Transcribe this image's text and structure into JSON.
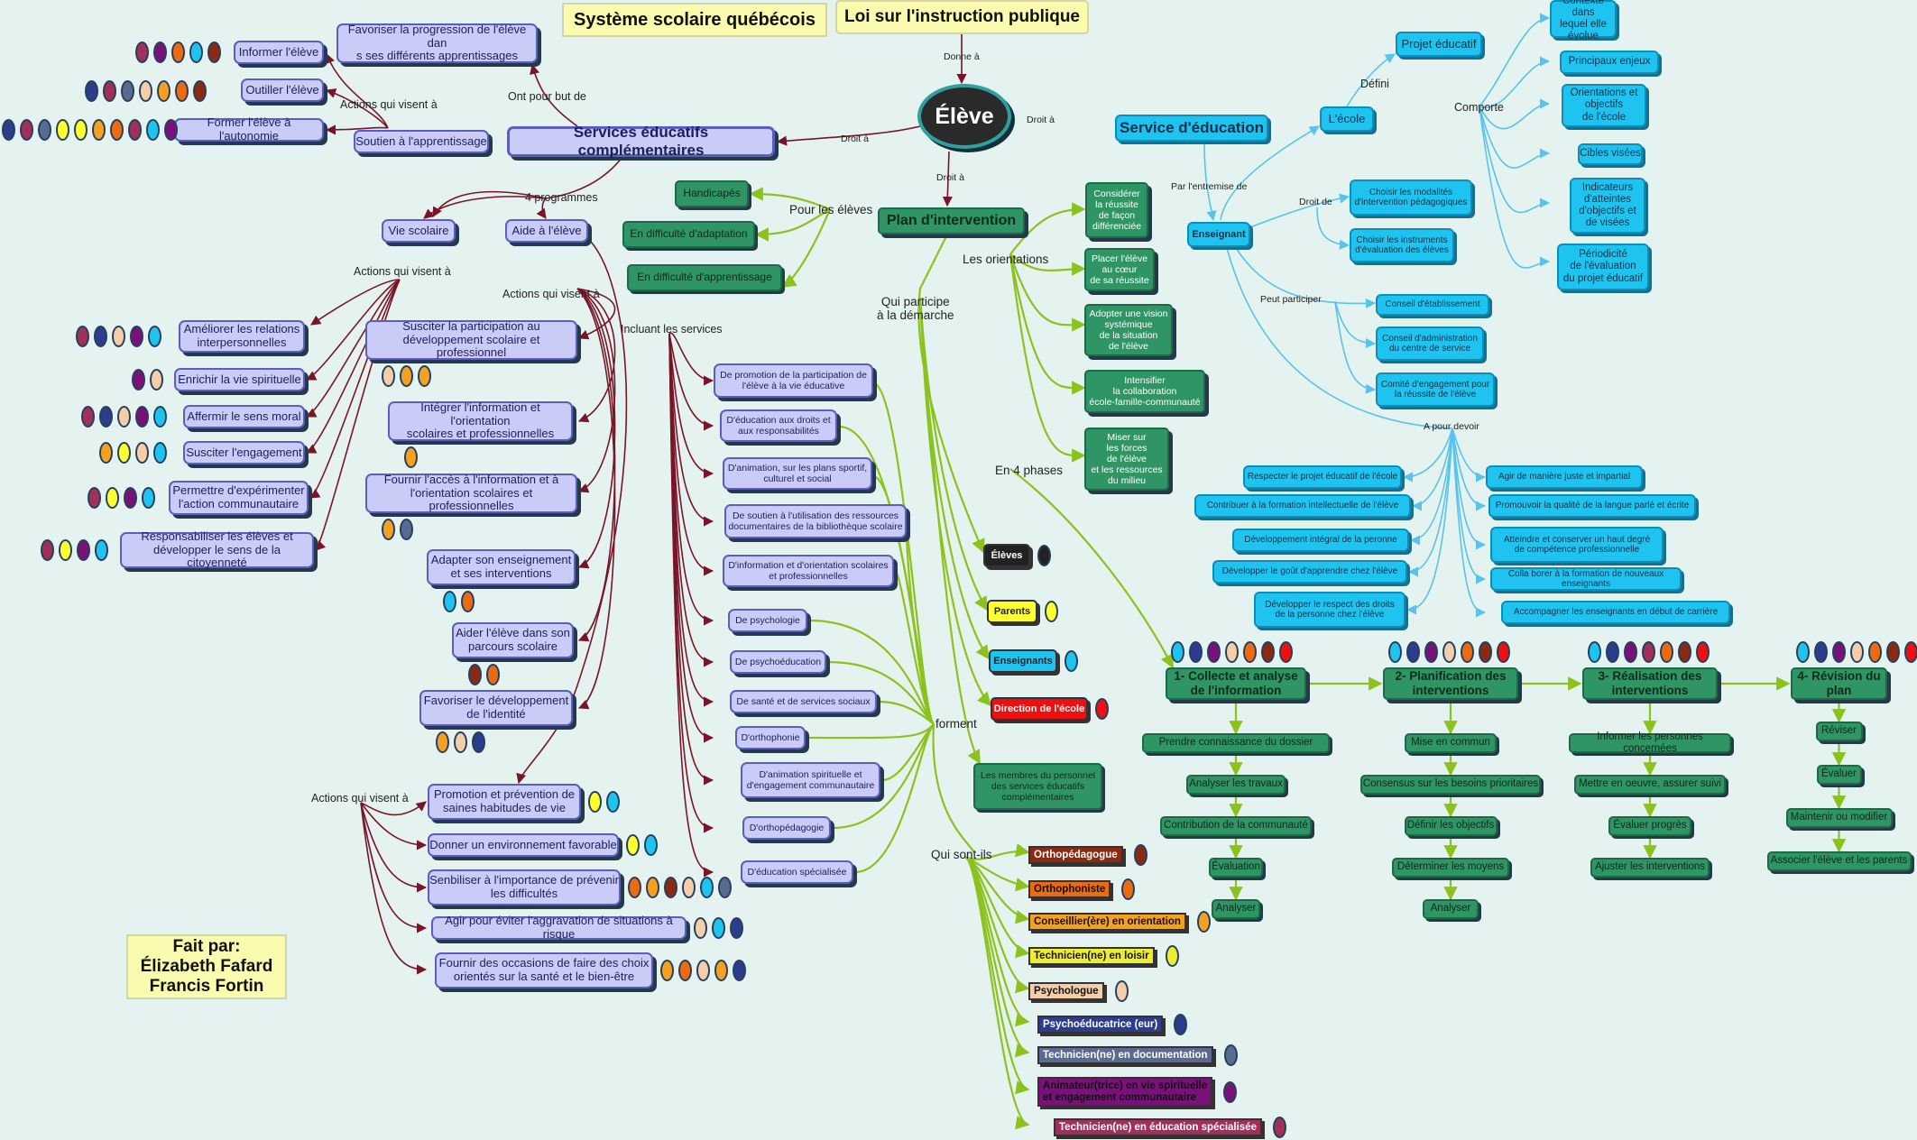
{
  "titles": {
    "systeme": "Système scolaire québécois",
    "loi": "Loi sur l'instruction publique",
    "credits": "Fait par:\nÉlizabeth Fafard\nFrancis Fortin"
  },
  "center": {
    "label": "Élève"
  },
  "links": {
    "donne_a": "Donne à",
    "droit_a_left": "Droit à",
    "droit_a_right": "Droit à",
    "droit_a_down": "Droit à",
    "ont_pour_but": "Ont pour but de",
    "actions_top": "Actions qui visent à",
    "quatre_programmes": "4 programmes",
    "actions_vie": "Actions qui visent à",
    "actions_aide": "Actions qui visent à",
    "incluant": "Incluant les services",
    "actions_bottom": "Actions qui visent à",
    "pour_eleves": "Pour les élèves",
    "orientations": "Les orientations",
    "qui_participe": "Qui participe\nà la démarche",
    "quatre_phases": "En 4 phases",
    "forment": "forment",
    "qui_sont": "Qui sont-ils",
    "par_entremise": "Par l'entremise de",
    "defini": "Défini",
    "comporte": "Comporte",
    "droit_de": "Droit de",
    "peut_participer": "Peut participer",
    "a_pour_devoir": "A pour devoir"
  },
  "sec": {
    "title": "Services éducatifs complémentaires",
    "favoriser": "Favoriser la progression de l'élève dan\ns ses différents apprentissages",
    "soutien": "Soutien à l'apprentissage",
    "informer": "Informer l'élève",
    "outiller": "Outiller l'élève",
    "former": "Former l'élève à l'autonomie",
    "vie": "Vie scolaire",
    "aide": "Aide à l'élève",
    "vie_actions": [
      "Améliorer les relations\ninterpersonnelles",
      "Enrichir la vie spirituelle",
      "Affermir le sens moral",
      "Susciter l'engagement",
      "Permettre d'expérimenter\nl'action communautaire",
      "Responsabiliser les élèves et\ndévelopper le sens de la citoyenneté"
    ],
    "aide_actions": [
      "Susciter la participation au\ndéveloppement scolaire et professionnel",
      "Intégrer l'information et l'orientation\nscolaires et professionnelles",
      "Fournir l'accès à l'information et à\nl'orientation scolaires et professionnelles",
      "Adapter son enseignement\net ses interventions",
      "Aider l'élève dans son\nparcours scolaire",
      "Favoriser le développement\nde l'identité"
    ],
    "bottom_actions": [
      "Promotion et prévention de\nsaines habitudes de vie",
      "Donner un environnement favorable",
      "Senbiliser à l'importance de prévenir\nles difficultés",
      "Agir pour éviter l'aggravation de situations à risque",
      "Fournir des occasions de faire des choix\norientés sur la santé et le bien-être"
    ],
    "services": [
      "De promotion de la participation de\nl'élève à la vie éducative",
      "D'éducation aux droits et\naux responsabilités",
      "D'animation, sur les plans sportif,\nculturel et social",
      "De soutien à l'utilisation des ressources\ndocumentaires de la bibliothèque scolaire",
      "D'information et d'orientation scolaires\net professionnelles",
      "De psychologie",
      "De psychoéducation",
      "De santé et de services sociaux",
      "D'orthophonie",
      "D'animation spirituelle et\nd'engagement communautaire",
      "D'orthopédagogie",
      "D'éducation spécialisée"
    ]
  },
  "plan": {
    "title": "Plan d'intervention",
    "eleves_types": [
      "Handicapés",
      "En difficulté d'adaptation",
      "En difficulté d'apprentissage"
    ],
    "orientations": [
      "Considérer\nla réussite\nde façon\ndifférenciée",
      "Placer l'élève\nau cœur\nde sa réussite",
      "Adopter une vision\nsystémique\nde la situation\nde l'élève",
      "Intensifier\nla collaboration\nécole-famille-communauté",
      "Miser sur\nles forces\nde l'élève\net les ressources\ndu milieu"
    ],
    "participants": [
      "Élèves",
      "Parents",
      "Enseignants",
      "Direction de l'école"
    ],
    "membres": "Les membres du personnel\ndes services éducatifs\ncomplémentaires",
    "professionals": [
      "Orthopédagogue",
      "Orthophoniste",
      "Conseillier(ère) en orientation",
      "Technicien(ne) en loisir",
      "Psychologue",
      "Psychoéducatrice (eur)",
      "Technicien(ne) en documentation",
      "Animateur(trice) en vie spirituelle\net engagement communautaire",
      "Technicien(ne) en éducation spécialisée"
    ],
    "phases": [
      {
        "title": "1- Collecte et analyse\nde l'information",
        "steps": [
          "Prendre connaissance du dossier",
          "Analyser les travaux",
          "Contribution de la communauté",
          "Évaluation",
          "Analyser"
        ]
      },
      {
        "title": "2- Planification des\ninterventions",
        "steps": [
          "Mise en commun",
          "Consensus sur les besoins prioritaires",
          "Définir les objectifs",
          "Déterminer les moyens",
          "Analyser"
        ]
      },
      {
        "title": "3- Réalisation des\ninterventions",
        "steps": [
          "Informer les personnes concernées",
          "Mettre en oeuvre, assurer suivi",
          "Évaluer progrès",
          "Ajuster les interventions"
        ]
      },
      {
        "title": "4- Révision du\nplan",
        "steps": [
          "Réviser",
          "Évaluer",
          "Maintenir ou modifier",
          "Associer l'élève et les parents"
        ]
      }
    ]
  },
  "service": {
    "title": "Service d'éducation",
    "ecole": "L'école",
    "projet": "Projet éducatif",
    "projet_items": [
      "Contexte dans\nlequel elle évolue",
      "Principaux enjeux",
      "Orientations et\nobjectifs\nde l'école",
      "Cibles visées",
      "Indicateurs\nd'atteintes\nd'objectifs et\nde visées",
      "Périodicité\nde l'évaluation\ndu projet éducatif"
    ],
    "enseignant": "Enseignant",
    "droits": [
      "Choisir les modalités\nd'intervention pédagogiques",
      "Choisir les instruments\nd'évaluation des élèves"
    ],
    "participe": [
      "Conseil d'établissement",
      "Conseil d'administration\ndu centre de service",
      "Comité d'engagement pour\nla réussite de l'élève"
    ],
    "devoirs_left": [
      "Respecter le projet éducatif de l'école",
      "Contribuer à la formation intellectuelle de l'élève",
      "Développement intégral de la peronne",
      "Développer le goût d'apprendre chez l'élève",
      "Développer le respect des droits\nde la personne chez l'élève"
    ],
    "devoirs_right": [
      "Agir de manière juste et impartial",
      "Promouvoir la qualité de la langue parlé et écrite",
      "Atteindre et conserver un haut degré\nde compétence professionnelle",
      "Colla borer à la formation de nouveaux enseignants",
      "Accompagner les enseignants en début de carrière"
    ]
  },
  "colors": {
    "maroon": "#7a1428",
    "green_line": "#8cc21e",
    "blue_line": "#58c3ec",
    "professionals": [
      "#8b2a10",
      "#ec6a10",
      "#f5a020",
      "#ecec30",
      "#f5cda8",
      "#2d3d8e",
      "#5a6a90",
      "#7a107a",
      "#a0305a"
    ],
    "participants": [
      "#222222",
      "#ffff30",
      "#1ec4ef",
      "#ee1010"
    ]
  }
}
